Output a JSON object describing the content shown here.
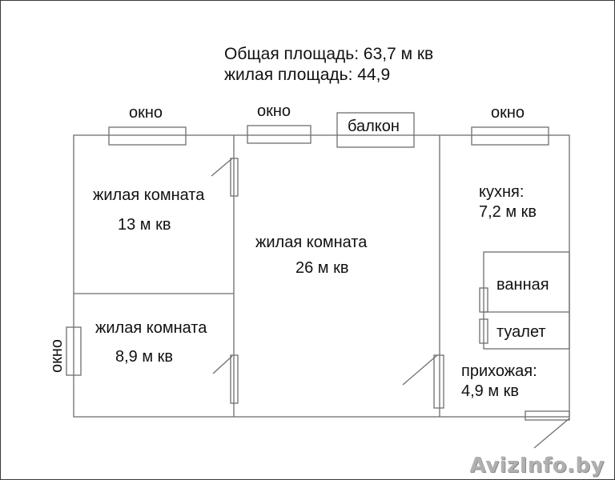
{
  "summary": {
    "total_area": "Общая площадь: 63,7 м кв",
    "living_area": "жилая площадь: 44,9"
  },
  "labels": {
    "window_top_left": "окно",
    "window_top_middle": "окно",
    "balcony": "балкон",
    "window_top_right": "окно",
    "window_left": "окно"
  },
  "rooms": [
    {
      "name": "жилая комната",
      "area": "13 м кв"
    },
    {
      "name": "жилая комната",
      "area": "26 м кв"
    },
    {
      "name": "жилая комната",
      "area": "8,9 м кв"
    },
    {
      "name": "кухня:",
      "area": "7,2 м кв"
    },
    {
      "name": "ванная"
    },
    {
      "name": "туалет"
    },
    {
      "name": "прихожая:",
      "area": "4,9 м кв"
    }
  ],
  "watermark": "AvizInfo.by",
  "colors": {
    "wall": "#6e6e6e",
    "text": "#111111",
    "watermark": "#b0b0b0"
  }
}
